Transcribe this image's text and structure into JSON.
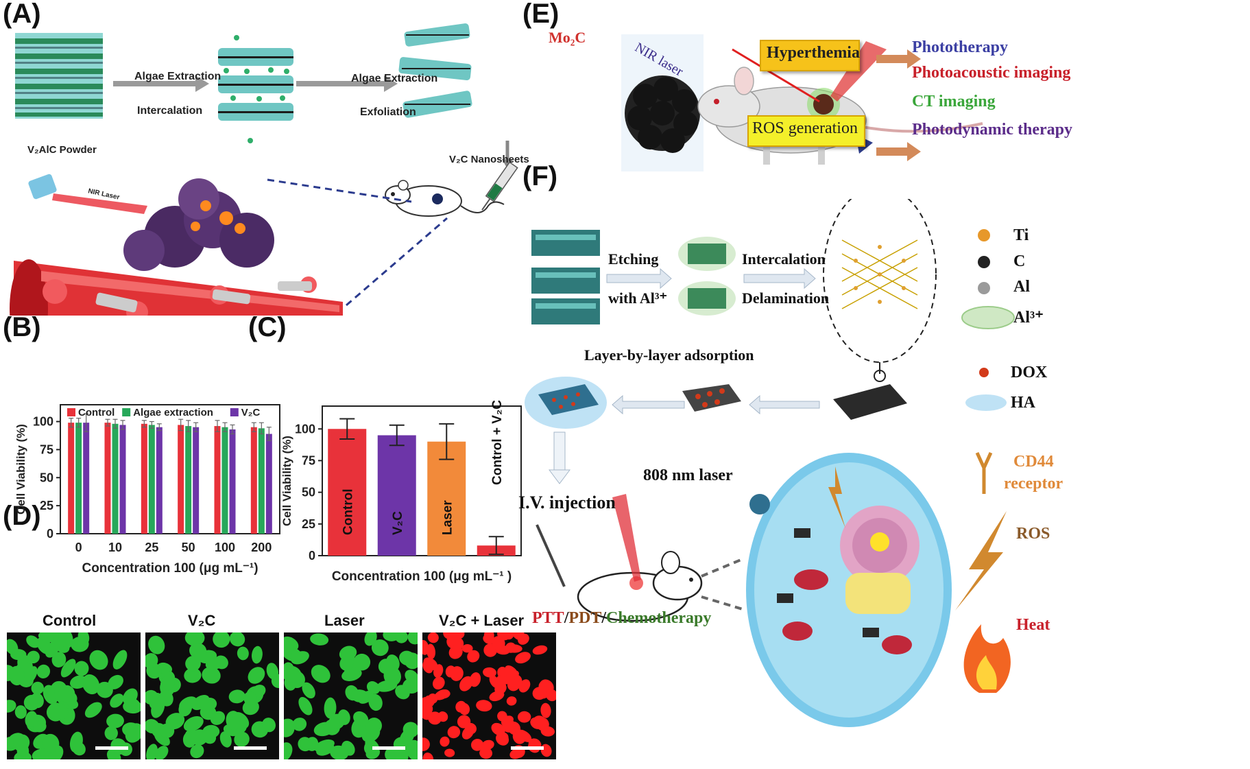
{
  "panels": {
    "A": "(A)",
    "B": "(B)",
    "C": "(C)",
    "D": "(D)",
    "E": "(E)",
    "F": "(F)"
  },
  "panel_a": {
    "arrow1_top": "Algae Extraction",
    "arrow1_bottom": "Intercalation",
    "arrow2_top": "Algae Extraction",
    "arrow2_bottom": "Exfoliation",
    "powder_label": "V₂AlC Powder",
    "nanosheets_label": "V₂C Nanosheets",
    "laser_label": "NIR Laser"
  },
  "panel_d": {
    "labels": [
      "Control",
      "V₂C",
      "Laser",
      "V₂C + Laser"
    ]
  },
  "panel_e": {
    "mo2c": "Mo₂C",
    "nir": "NIR laser",
    "hyperthermia": "Hyperthemia",
    "ros": "ROS generation",
    "outcomes": [
      "Phototherapy",
      "Photoacoustic imaging",
      "CT imaging",
      "Photodynamic therapy"
    ],
    "colors": {
      "phototherapy": "#3b3fa3",
      "photoacoustic": "#c8202a",
      "ct": "#3aa63a",
      "pdt": "#5b2c8a",
      "boxfill": "#f6c21a",
      "rosfill": "#f4ef2a"
    }
  },
  "panel_f": {
    "etching": "Etching",
    "with_al": "with Al³⁺",
    "intercalation": "Intercalation",
    "delamination": "Delamination",
    "lbl": "Layer-by-layer adsorption",
    "laser808": "808 nm laser",
    "iv": "I.V. injection",
    "ptt": "PTT",
    "pdt": "PDT",
    "chemo": "Chemotherapy",
    "sep1": "/",
    "legend": {
      "ti": "Ti",
      "c": "C",
      "al": "Al",
      "al3": "Al³⁺",
      "dox": "DOX",
      "ha": "HA",
      "cd44a": "CD44",
      "cd44b": "receptor",
      "ros": "ROS",
      "heat": "Heat"
    }
  },
  "chart_data": [
    {
      "type": "bar",
      "panel": "B",
      "categories": [
        "0",
        "10",
        "25",
        "50",
        "100",
        "200"
      ],
      "series": [
        {
          "name": "Control",
          "color": "#e8323a",
          "values": [
            99,
            99,
            98,
            97,
            96,
            95
          ],
          "errors": [
            4,
            3,
            3,
            5,
            5,
            4
          ]
        },
        {
          "name": "Algae extraction",
          "color": "#27a85a",
          "values": [
            99,
            98,
            97,
            96,
            95,
            94
          ],
          "errors": [
            4,
            4,
            3,
            5,
            4,
            5
          ]
        },
        {
          "name": "V₂C",
          "color": "#6d35a8",
          "values": [
            99,
            97,
            95,
            95,
            93,
            89
          ],
          "errors": [
            8,
            4,
            3,
            4,
            4,
            6
          ]
        }
      ],
      "xlabel": "Concentration 100 (μg mL⁻¹)",
      "ylabel": "Cell Viability (%)",
      "yticks": [
        "0",
        "25",
        "50",
        "75",
        "100"
      ],
      "ylim": [
        0,
        115
      ],
      "legend": "top"
    },
    {
      "type": "bar",
      "panel": "C",
      "categories": [
        "Control",
        "V₂C",
        "Laser",
        "Control + V₂C"
      ],
      "colors": [
        "#e8323a",
        "#6d35a8",
        "#f28a3a",
        "#e8323a"
      ],
      "values": [
        100,
        95,
        90,
        8
      ],
      "errors": [
        8,
        8,
        14,
        7
      ],
      "xlabel": "Concentration 100 (μg mL⁻¹ )",
      "ylabel": "Cell Viability (%)",
      "yticks": [
        "0",
        "25",
        "50",
        "75",
        "100"
      ],
      "ylim": [
        0,
        118
      ]
    }
  ]
}
